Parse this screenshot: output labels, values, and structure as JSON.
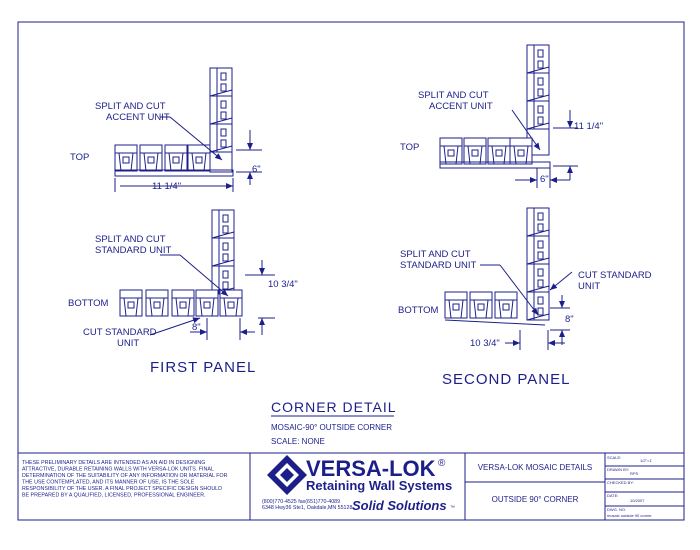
{
  "colors": {
    "ink": "#1c1f8a",
    "background": "#ffffff"
  },
  "first_panel": {
    "title": "FIRST PANEL",
    "top": {
      "view_label": "TOP",
      "callout": [
        "SPLIT AND CUT",
        "ACCENT UNIT"
      ],
      "dim_vertical": "6\"",
      "dim_horizontal": "11 1/4\""
    },
    "bottom": {
      "view_label": "BOTTOM",
      "callout_top": [
        "SPLIT AND CUT",
        "STANDARD UNIT"
      ],
      "callout_bottom": [
        "CUT STANDARD",
        "UNIT"
      ],
      "dim_vertical": "10 3/4\"",
      "dim_horizontal": "8\""
    }
  },
  "second_panel": {
    "title": "SECOND PANEL",
    "top": {
      "view_label": "TOP",
      "callout": [
        "SPLIT AND CUT",
        "ACCENT UNIT"
      ],
      "dim_vertical": "11 1/4\"",
      "dim_horizontal": "6\""
    },
    "bottom": {
      "view_label": "BOTTOM",
      "callout_left": [
        "SPLIT AND CUT",
        "STANDARD UNIT"
      ],
      "callout_right": [
        "CUT STANDARD",
        "UNIT"
      ],
      "dim_vertical": "8\"",
      "dim_horizontal": "10 3/4\""
    }
  },
  "corner_detail": {
    "heading": "CORNER DETAIL",
    "subtitle": "MOSAIC-90° OUTSIDE CORNER",
    "scale": "SCALE: NONE"
  },
  "title_block": {
    "disclaimer": [
      "THESE PRELIMINARY DETAILS ARE INTENDED AS AN AID IN DESIGNING",
      "ATTRACTIVE, DURABLE RETAINING WALLS WITH VERSA-LOK UNITS.  FINAL",
      "DETERMINATION OF THE SUITABILITY OF ANY INFORMATION OR MATERIAL FOR",
      "THE USE CONTEMPLATED, AND ITS MANNER OF USE, IS THE SOLE",
      "RESPONSIBILITY OF THE USER.  A FINAL PROJECT SPECIFIC DESIGN SHOULD",
      "BE PREPARED BY A QUALIFIED, LICENSED, PROFESSIONAL ENGINEER."
    ],
    "logo": {
      "brand": "VERSA-LOK",
      "registered": "®",
      "tagline": "Retaining Wall Systems",
      "contact": [
        "(800)770-4525  fax(651)770-4089",
        "6348 Hwy36 Ste1, Oakdale,MN 55128"
      ],
      "slogan": "Solid Solutions",
      "trademark": "™"
    },
    "drawing_title": "VERSA-LOK MOSAIC DETAILS",
    "drawing_subtitle": "OUTSIDE 90° CORNER",
    "fields": [
      {
        "label": "SCALE:",
        "value": "1/2\"=1'"
      },
      {
        "label": "DRAWN BY:",
        "value": "RPS"
      },
      {
        "label": "CHECKED BY:",
        "value": ""
      },
      {
        "label": "DATE:",
        "value": "10/2007"
      },
      {
        "label": "DWG. NO.",
        "value": "mosaic outside 90 corner"
      }
    ]
  }
}
